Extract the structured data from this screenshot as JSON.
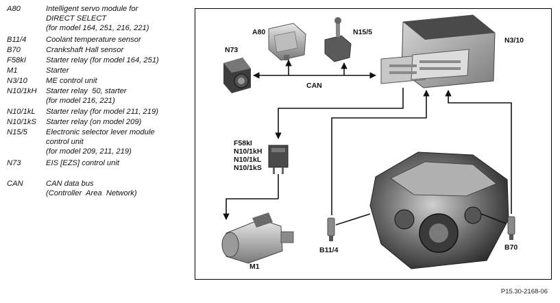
{
  "legend": [
    {
      "code": "A80",
      "desc": "Intelligent servo module for\nDIRECT SELECT\n(for model 164, 251, 216, 221)"
    },
    {
      "code": "B11/4",
      "desc": "Coolant temperature sensor"
    },
    {
      "code": "B70",
      "desc": "Crankshaft Hall sensor"
    },
    {
      "code": "F58kI",
      "desc": "Starter relay (for model 164, 251)"
    },
    {
      "code": "M1",
      "desc": "Starter"
    },
    {
      "code": "N3/10",
      "desc": "ME control unit"
    },
    {
      "code": "N10/1kH",
      "desc": "Starter relay  50, starter\n(for model 216, 221)"
    },
    {
      "code": "N10/1kL",
      "desc": "Starter relay (for model 211, 219)"
    },
    {
      "code": "N10/1kS",
      "desc": "Starter relay (on model 209)"
    },
    {
      "code": "N15/5",
      "desc": "Electronic selector lever module\ncontrol unit\n(for model 209, 211, 219)"
    },
    {
      "code": "N73",
      "desc": "EIS [EZS] control unit"
    },
    {
      "code": "CAN",
      "desc": "CAN data bus\n(Controller  Area  Network)"
    }
  ],
  "diagram": {
    "labels": {
      "a80": "A80",
      "n15_5": "N15/5",
      "n3_10": "N3/10",
      "n73": "N73",
      "can": "CAN",
      "relay": [
        "F58kI",
        "N10/1kH",
        "N10/1kL",
        "N10/1kS"
      ],
      "m1": "M1",
      "b11_4": "B11/4",
      "b70": "B70"
    }
  },
  "footer": "P15.30-2168-06"
}
